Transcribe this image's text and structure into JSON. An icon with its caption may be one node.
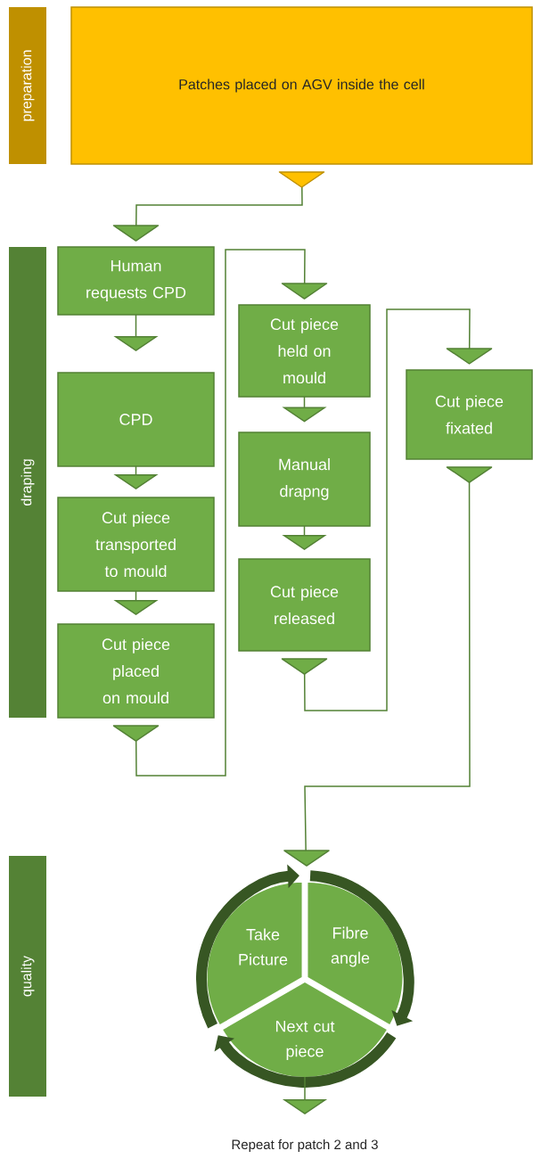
{
  "diagram": {
    "nodes": [
      {
        "text": [
          "preparation"
        ]
      },
      {
        "text": [
          "Patches placed on AGV inside the cell"
        ]
      },
      {
        "text": [
          "draping"
        ]
      },
      {
        "text": [
          "Human requests CPD"
        ]
      },
      {
        "text": [
          "CPD"
        ]
      },
      {
        "text": [
          "Cut piece transported to mould"
        ]
      },
      {
        "text": [
          "Cut piece placed on mould"
        ]
      },
      {
        "text": [
          "Cut piece held on mould"
        ]
      },
      {
        "text": [
          "Manual drapng"
        ]
      },
      {
        "text": [
          "Cut piece released"
        ]
      },
      {
        "text": [
          "Cut piece fixated"
        ]
      },
      {
        "text": [
          "quality"
        ]
      },
      {
        "text": [
          "Take Picture"
        ]
      },
      {
        "text": [
          "Fibre angle"
        ]
      },
      {
        "text": [
          "Next cut piece"
        ]
      },
      {
        "text": [
          "Repeat for patch 2 and 3"
        ]
      }
    ],
    "edges": [
      {
        "from": 1,
        "to": 3,
        "arrow": "to"
      },
      {
        "from": 3,
        "to": 4,
        "arrow": "to"
      },
      {
        "from": 4,
        "to": 5,
        "arrow": "to"
      },
      {
        "from": 5,
        "to": 6,
        "arrow": "to"
      },
      {
        "from": 6,
        "to": 7,
        "arrow": "to"
      },
      {
        "from": 7,
        "to": 8,
        "arrow": "to"
      },
      {
        "from": 8,
        "to": 9,
        "arrow": "to"
      },
      {
        "from": 9,
        "to": 10,
        "arrow": "to"
      },
      {
        "from": 10,
        "to": 13,
        "arrow": "to"
      },
      {
        "from": 12,
        "to": 13,
        "arrow": "to",
        "style": "thick",
        "color": "#375623"
      },
      {
        "from": 13,
        "to": 14,
        "arrow": "to",
        "style": "thick",
        "color": "#375623"
      },
      {
        "from": 14,
        "to": 12,
        "arrow": "to",
        "style": "thick",
        "color": "#375623"
      },
      {
        "from": 14,
        "to": 15,
        "arrow": "to"
      }
    ]
  }
}
